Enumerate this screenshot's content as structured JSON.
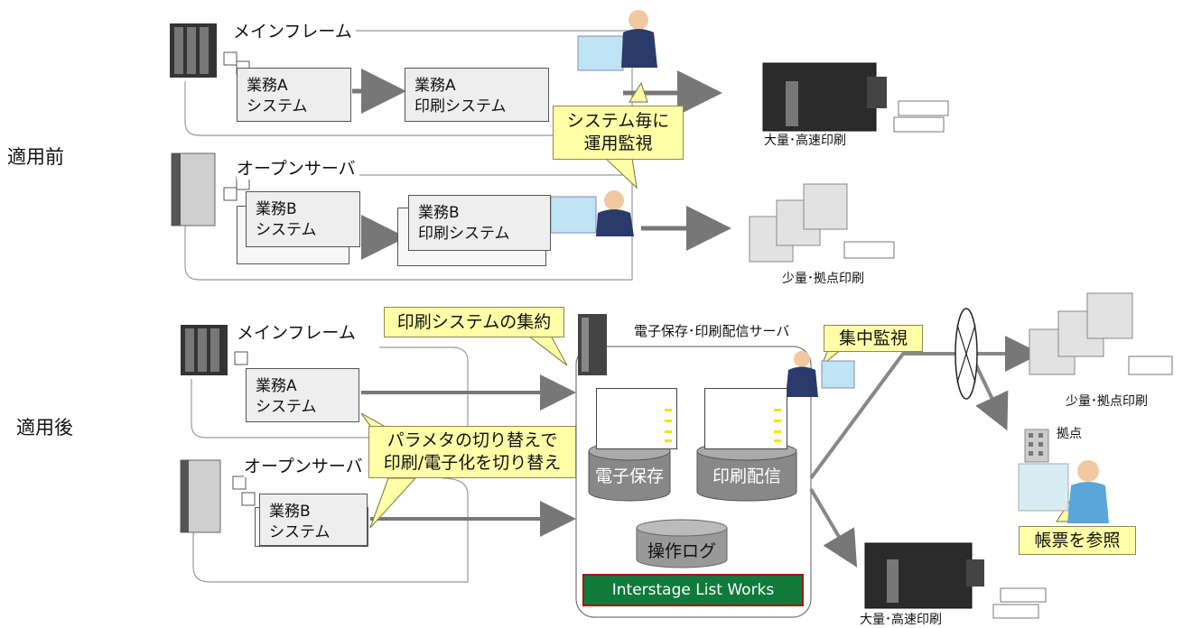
{
  "sections": {
    "before": "適用前",
    "after": "適用後"
  },
  "before": {
    "mainframe": "メインフレーム",
    "open_server": "オープンサーバ",
    "job_a": [
      "業務A",
      "システム"
    ],
    "print_a": [
      "業務A",
      "印刷システム"
    ],
    "job_b": [
      "業務B",
      "システム"
    ],
    "print_b": [
      "業務B",
      "印刷システム"
    ],
    "callout": [
      "システム毎に",
      "運用監視"
    ],
    "printer_large": "大量･高速印刷",
    "printer_small": "少量･拠点印刷"
  },
  "after": {
    "mainframe": "メインフレーム",
    "open_server": "オープンサーバ",
    "job_a": [
      "業務A",
      "システム"
    ],
    "job_b": [
      "業務B",
      "システム"
    ],
    "callout_consolidate": "印刷システムの集約",
    "callout_params": [
      "パラメタの切り替えで",
      "印刷/電子化を切り替え"
    ],
    "server_label": "電子保存･印刷配信サーバ",
    "callout_monitor": "集中監視",
    "storage": "電子保存",
    "distribution": "印刷配信",
    "oplog": "操作ログ",
    "product": "Interstage List Works",
    "printer_small": "少量･拠点印刷",
    "branch": "拠点",
    "callout_view": "帳票を参照",
    "printer_large": "大量･高速印刷"
  }
}
